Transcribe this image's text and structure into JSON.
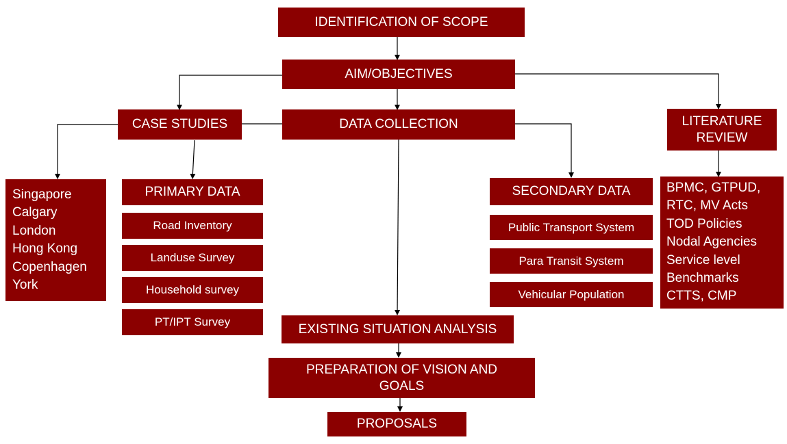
{
  "colors": {
    "box_fill": "#8b0000",
    "box_text": "#ffffff",
    "connector": "#000000"
  },
  "nodes": {
    "identification": "IDENTIFICATION OF SCOPE",
    "aim": "AIM/OBJECTIVES",
    "case_studies": "CASE STUDIES",
    "data_collection": "DATA COLLECTION",
    "literature_review": [
      "LITERATURE",
      "REVIEW"
    ],
    "primary_data": "PRIMARY DATA",
    "secondary_data": "SECONDARY DATA",
    "existing": "EXISTING SITUATION ANALYSIS",
    "vision": [
      "PREPARATION OF VISION AND",
      "GOALS"
    ],
    "proposals": "PROPOSALS"
  },
  "case_study_cities": [
    "Singapore",
    "Calgary",
    "London",
    "Hong Kong",
    "Copenhagen",
    "York"
  ],
  "primary_items": [
    "Road Inventory",
    "Landuse Survey",
    "Household survey",
    "PT/IPT Survey"
  ],
  "secondary_items": [
    "Public Transport System",
    "Para Transit System",
    "Vehicular Population"
  ],
  "literature_items": [
    "BPMC, GTPUD,",
    "RTC, MV Acts",
    "TOD Policies",
    "Nodal Agencies",
    "Service level",
    "Benchmarks",
    "CTTS, CMP"
  ]
}
